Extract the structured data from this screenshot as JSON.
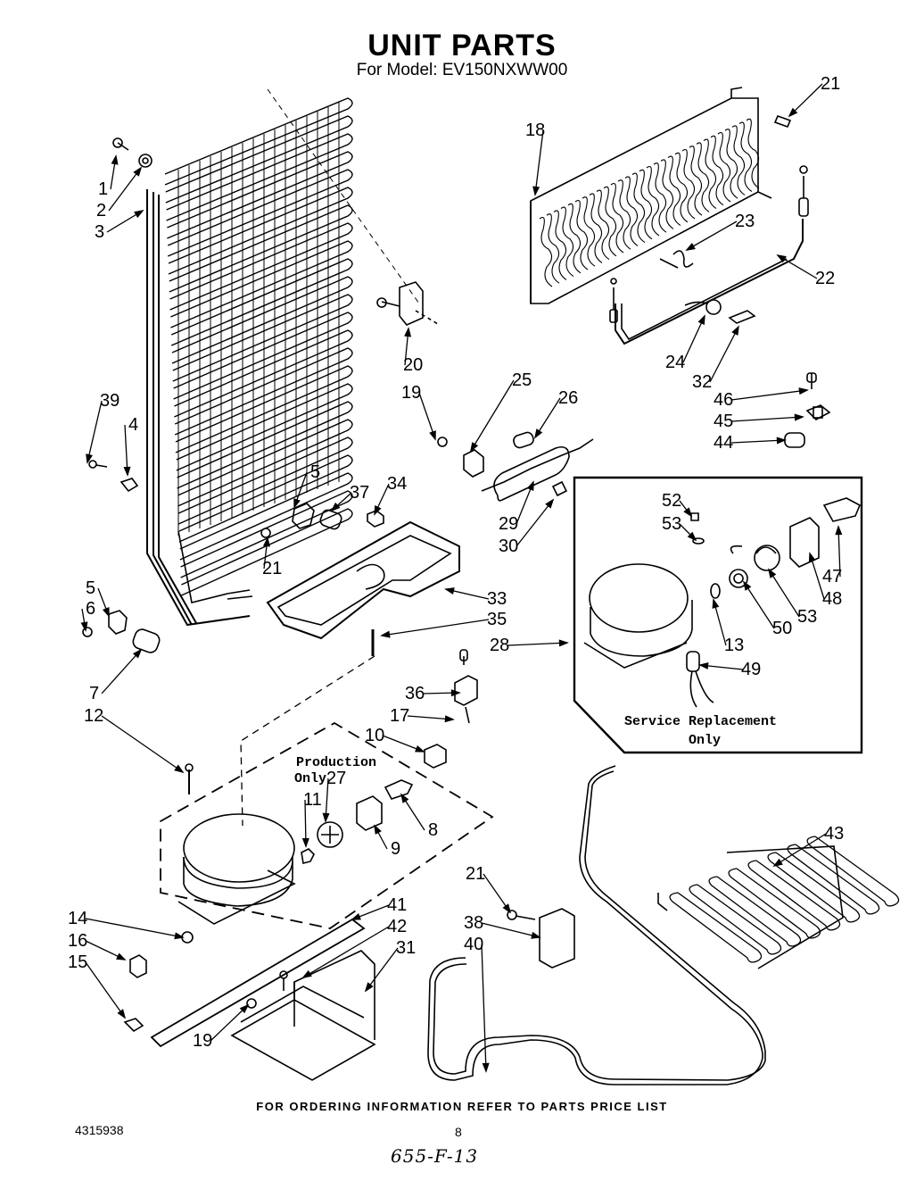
{
  "title": "UNIT PARTS",
  "subtitle": "For Model: EV150NXWW00",
  "footer_note": "FOR ORDERING INFORMATION REFER TO PARTS PRICE LIST",
  "document_number": "4315938",
  "page_number": "8",
  "handwritten_code": "655-F-13",
  "service_box_label": [
    "Service Replacement",
    "Only"
  ],
  "production_box_label": [
    "Production",
    "Only"
  ],
  "callouts": [
    "1",
    "2",
    "3",
    "39",
    "4",
    "5",
    "37",
    "34",
    "21",
    "5",
    "6",
    "7",
    "12",
    "18",
    "21",
    "23",
    "22",
    "20",
    "19",
    "24",
    "32",
    "25",
    "26",
    "46",
    "45",
    "44",
    "29",
    "30",
    "33",
    "35",
    "52",
    "53",
    "47",
    "48",
    "53",
    "50",
    "13",
    "28",
    "49",
    "36",
    "17",
    "10",
    "27",
    "11",
    "8",
    "9",
    "43",
    "41",
    "42",
    "31",
    "14",
    "16",
    "15",
    "19",
    "21",
    "38",
    "40"
  ]
}
